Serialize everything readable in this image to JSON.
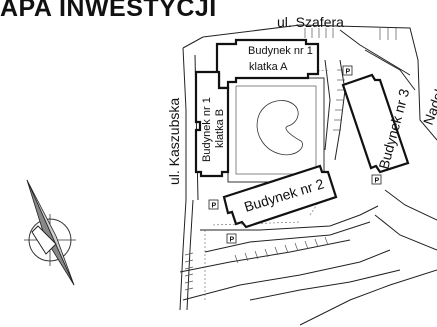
{
  "title": "APA INWESTYCJI",
  "streets": {
    "szafera": "ul. Szafera",
    "kaszubska": "ul. Kaszubska",
    "nadobna": "Nadobna"
  },
  "buildings": {
    "b1a": {
      "line1": "Budynek nr 1",
      "line2": "klatka A"
    },
    "b1b": {
      "line1": "Budynek nr 1",
      "line2": "klatka B"
    },
    "b2": {
      "label": "Budynek nr  2"
    },
    "b3": {
      "label": "Budynek nr 3"
    }
  },
  "parking_markers": [
    "P",
    "P",
    "P",
    "P"
  ],
  "icons": [
    "compass-icon"
  ],
  "colors": {
    "ink": "#111111",
    "background": "#ffffff"
  }
}
